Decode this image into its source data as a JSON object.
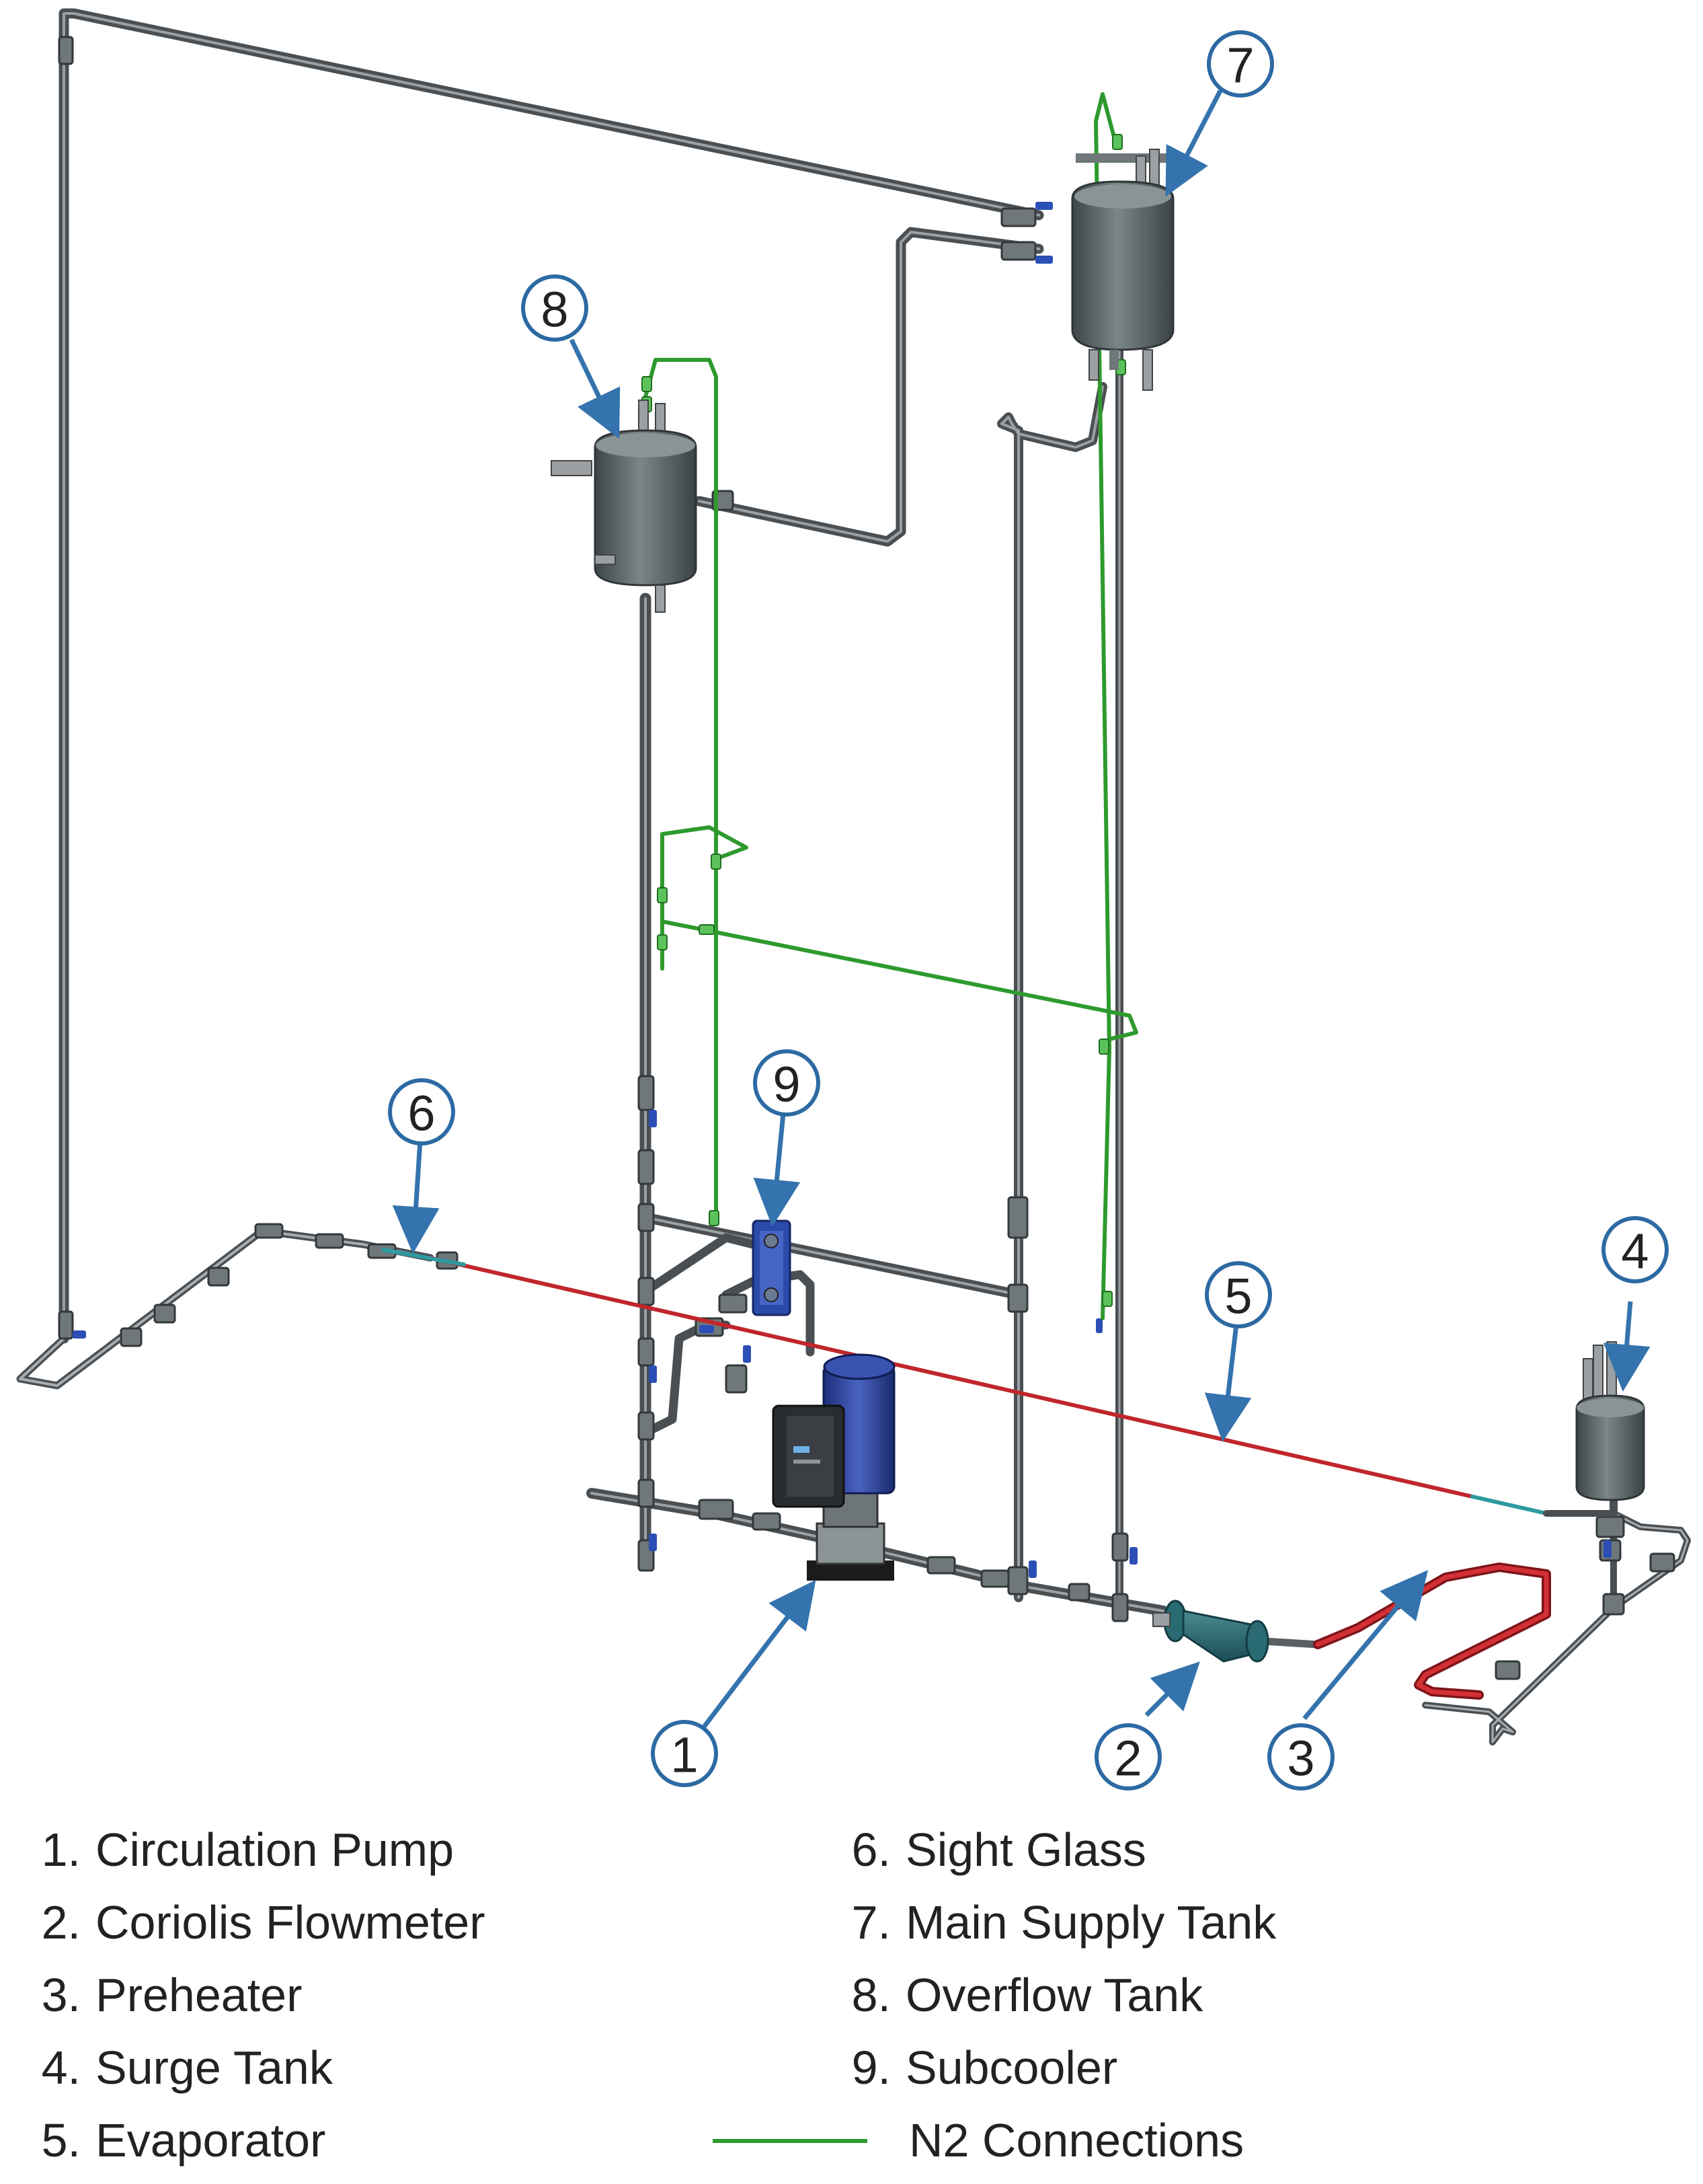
{
  "callouts": [
    {
      "number": "1",
      "target": "circulation-pump"
    },
    {
      "number": "2",
      "target": "coriolis-flowmeter"
    },
    {
      "number": "3",
      "target": "preheater"
    },
    {
      "number": "4",
      "target": "surge-tank"
    },
    {
      "number": "5",
      "target": "evaporator"
    },
    {
      "number": "6",
      "target": "sight-glass"
    },
    {
      "number": "7",
      "target": "main-supply-tank"
    },
    {
      "number": "8",
      "target": "overflow-tank"
    },
    {
      "number": "9",
      "target": "subcooler"
    }
  ],
  "legend": {
    "items": [
      {
        "number": "1.",
        "label": "Circulation Pump"
      },
      {
        "number": "2.",
        "label": "Coriolis Flowmeter"
      },
      {
        "number": "3.",
        "label": "Preheater"
      },
      {
        "number": "4.",
        "label": "Surge Tank"
      },
      {
        "number": "5.",
        "label": "Evaporator"
      },
      {
        "number": "6.",
        "label": "Sight Glass"
      },
      {
        "number": "7.",
        "label": "Main Supply Tank"
      },
      {
        "number": "8.",
        "label": "Overflow Tank"
      },
      {
        "number": "9.",
        "label": "Subcooler"
      }
    ],
    "n2_label": "N2 Connections"
  },
  "colors": {
    "pipe": "#4a4f53",
    "pipe_highlight": "#9aa0a4",
    "n2_line": "#2e9a2e",
    "heated_line": "#c0262b",
    "tank": "#5d6769",
    "callout": "#2d6aa3",
    "arrow": "#3473ad"
  }
}
